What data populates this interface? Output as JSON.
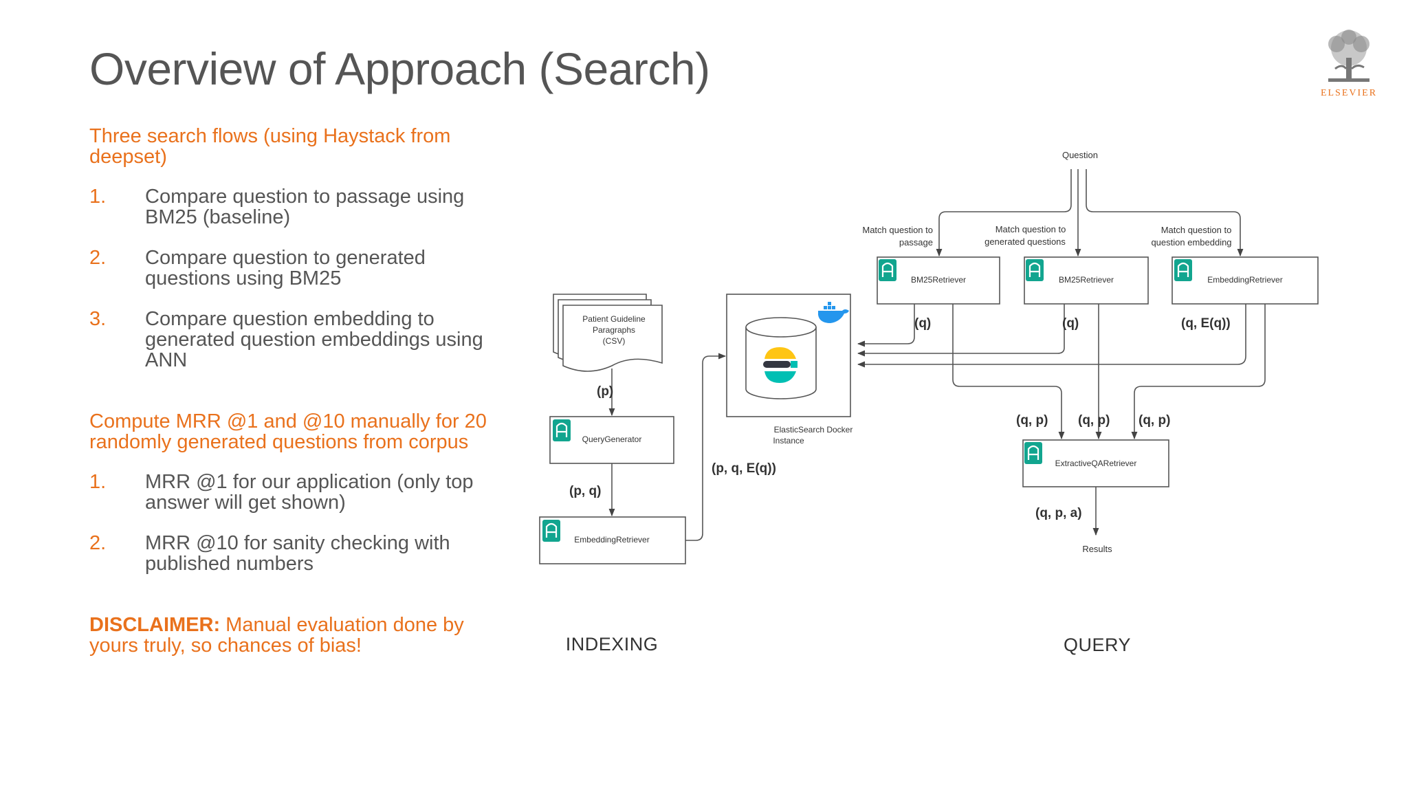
{
  "slide": {
    "title": "Overview of Approach (Search)",
    "logo_text": "ELSEVIER"
  },
  "left_panel": {
    "section1_heading": "Three search flows (using Haystack from deepset)",
    "flows": [
      {
        "num": "1.",
        "text": "Compare question to passage using BM25 (baseline)"
      },
      {
        "num": "2.",
        "text": "Compare question to generated questions using BM25"
      },
      {
        "num": "3.",
        "text": "Compare question embedding to generated question embeddings using ANN"
      }
    ],
    "section2_heading": "Compute MRR @1 and @10 manually for 20 randomly generated questions from corpus",
    "mrr_items": [
      {
        "num": "1.",
        "text": "MRR @1 for our application (only top answer will get shown)"
      },
      {
        "num": "2.",
        "text": "MRR @10 for sanity checking with published numbers"
      }
    ],
    "disclaimer_label": "DISCLAIMER:",
    "disclaimer_text": " Manual evaluation done by yours truly, so chances of bias!"
  },
  "diagram": {
    "indexing": {
      "section_label": "INDEXING",
      "doc_label_1": "Patient Guideline",
      "doc_label_2": "Paragraphs",
      "doc_label_3": "(CSV)",
      "edge_p": "(p)",
      "query_generator": "QueryGenerator",
      "edge_pq": "(p, q)",
      "embedding_retriever": "EmbeddingRetriever",
      "edge_pqe": "(p, q, E(q))",
      "store_label_1": "ElasticSearch Docker",
      "store_label_2": "Instance"
    },
    "query": {
      "section_label": "QUERY",
      "question": "Question",
      "match1_line1": "Match question to",
      "match1_line2": "passage",
      "match2_line1": "Match question to",
      "match2_line2": "generated questions",
      "match3_line1": "Match question to",
      "match3_line2": "question embedding",
      "retriever1": "BM25Retriever",
      "retriever2": "BM25Retriever",
      "retriever3": "EmbeddingRetriever",
      "edge_q1": "(q)",
      "edge_q2": "(q)",
      "edge_qe": "(q, E(q))",
      "edge_qp1": "(q, p)",
      "edge_qp2": "(q, p)",
      "edge_qp3": "(q, p)",
      "reader": "ExtractiveQARetriever",
      "edge_qpa": "(q, p, a)",
      "results": "Results"
    }
  },
  "colors": {
    "accent_orange": "#e9711c",
    "body_gray": "#555555",
    "haystack_green": "#12a58f",
    "docker_blue": "#2496ed"
  }
}
